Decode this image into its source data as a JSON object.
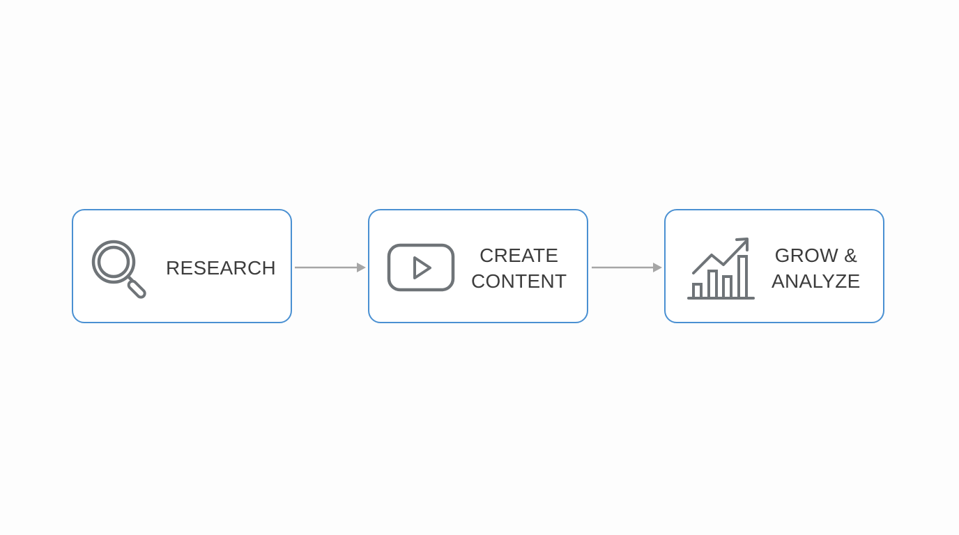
{
  "flow": {
    "steps": [
      {
        "lines": [
          "RESEARCH"
        ],
        "icon": "magnifier-icon"
      },
      {
        "lines": [
          "CREATE",
          "CONTENT"
        ],
        "icon": "video-play-icon"
      },
      {
        "lines": [
          "GROW &",
          "ANALYZE"
        ],
        "icon": "growth-chart-icon"
      }
    ],
    "colors": {
      "box_border": "#4a90d2",
      "icon_stroke": "#6f7478",
      "text": "#3c3c3c",
      "arrow": "#a6a6a6"
    }
  }
}
